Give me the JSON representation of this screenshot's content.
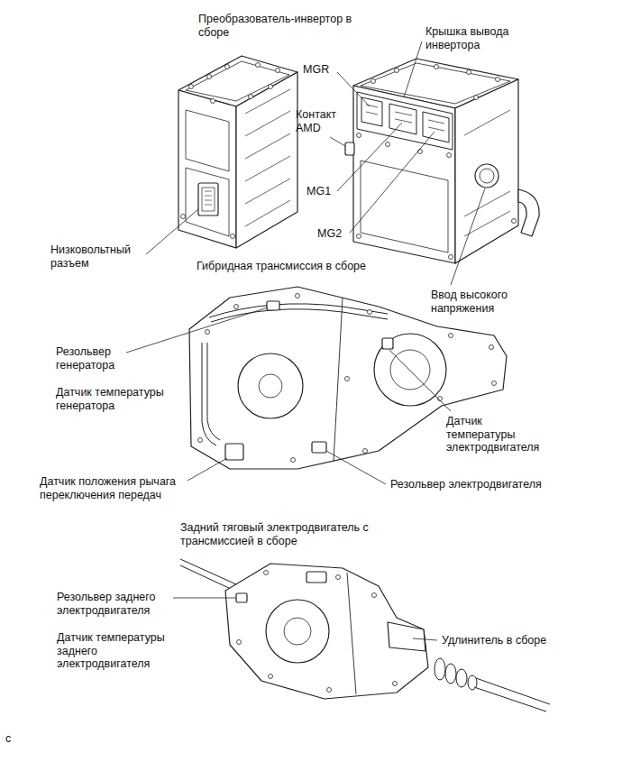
{
  "diagram": {
    "labels": [
      "Преобразователь-инвертор в сборе",
      "Крышка вывода инвертора",
      "MGR",
      "Контакт AMD",
      "MG1",
      "MG2",
      "Низковольтный разъем",
      "Гибридная трансмиссия в сборе",
      "Ввод высокого напряжения",
      "Резольвер генератора",
      "Датчик температуры генератора",
      "Датчик температуры электродвигателя",
      "Датчик положения рычага переключения передач",
      "Резольвер электродвигателя",
      "Задний тяговый электродвигатель с трансмиссией в сборе",
      "Резольвер заднего электродвигателя",
      "Датчик температуры заднего электродвигателя",
      "Удлинитель в сборе",
      "c"
    ]
  }
}
